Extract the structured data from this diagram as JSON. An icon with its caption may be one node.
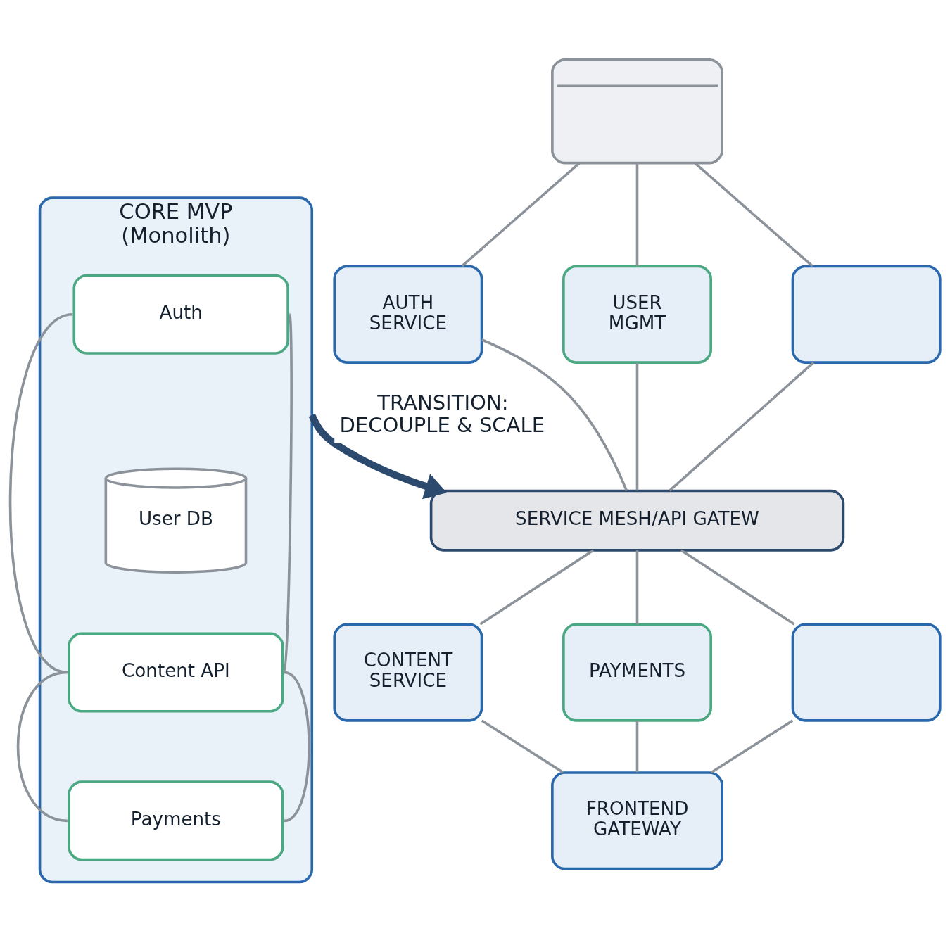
{
  "diagram": {
    "nodes": [
      {
        "text": [
          "CORE MVP (Monolith)"
        ]
      },
      {
        "text": [
          "Auth"
        ],
        "in": 0
      },
      {
        "text": [
          "User DB"
        ],
        "in": 0
      },
      {
        "text": [
          "Content API"
        ],
        "in": 0
      },
      {
        "text": [
          "Payments"
        ],
        "in": 0
      },
      {
        "text": [],
        "shape": "box"
      },
      {
        "text": [
          "AUTH SERVICE"
        ]
      },
      {
        "text": [
          "USER MGMT"
        ]
      },
      {
        "text": [],
        "shape": "box"
      },
      {
        "text": [
          "SERVICE MESH/API GATEW"
        ]
      },
      {
        "text": [
          "CONTENT SERVICE"
        ]
      },
      {
        "text": [
          "PAYMENTS"
        ]
      },
      {
        "text": [],
        "shape": "box"
      },
      {
        "text": [
          "FRONTEND GATEWAY"
        ]
      }
    ],
    "edges": [
      {
        "from": 1,
        "to": 3,
        "arrow": "none"
      },
      {
        "from": 3,
        "to": 4,
        "arrow": "none"
      },
      {
        "from": 1,
        "to": 3,
        "arrow": "none"
      },
      {
        "from": 3,
        "to": 4,
        "arrow": "none"
      },
      {
        "from": 0,
        "to": 9,
        "arrow": "to",
        "label": "TRANSITION: DECOUPLE & SCALE",
        "style": "thick",
        "color": "#2c4a6e"
      },
      {
        "from": 5,
        "to": 6,
        "arrow": "none"
      },
      {
        "from": 5,
        "to": 7,
        "arrow": "none"
      },
      {
        "from": 5,
        "to": 8,
        "arrow": "none"
      },
      {
        "from": 6,
        "to": 9,
        "arrow": "none"
      },
      {
        "from": 7,
        "to": 9,
        "arrow": "none"
      },
      {
        "from": 8,
        "to": 9,
        "arrow": "none"
      },
      {
        "from": 9,
        "to": 10,
        "arrow": "none"
      },
      {
        "from": 9,
        "to": 11,
        "arrow": "none"
      },
      {
        "from": 9,
        "to": 12,
        "arrow": "none"
      },
      {
        "from": 10,
        "to": 13,
        "arrow": "none"
      },
      {
        "from": 11,
        "to": 13,
        "arrow": "none"
      },
      {
        "from": 12,
        "to": 13,
        "arrow": "none"
      }
    ]
  }
}
